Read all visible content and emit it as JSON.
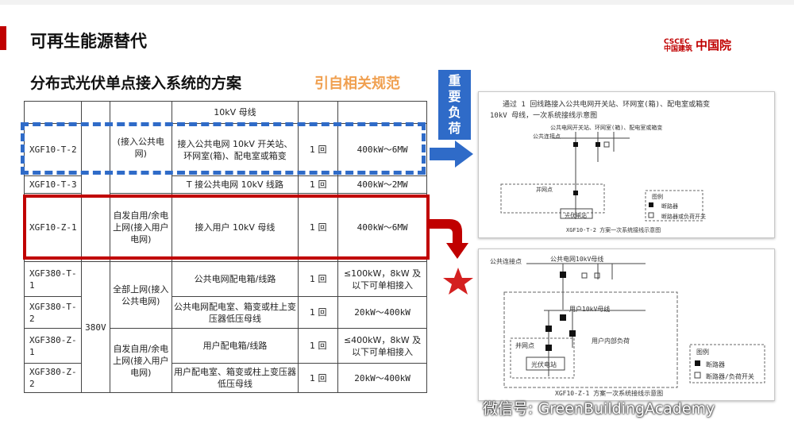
{
  "title": "可再生能源替代",
  "logo": {
    "small": "CSCEC 中国建筑",
    "main": "中国院"
  },
  "subtitle": "分布式光伏单点接入系统的方案",
  "citation": "引自相关规范",
  "load_label": [
    "重",
    "要",
    "负",
    "荷"
  ],
  "table": {
    "rows": [
      {
        "code": "",
        "voltage": "",
        "mode": "(接入公共电网)",
        "point": "10kV 母线",
        "lines": "",
        "capacity": ""
      },
      {
        "code": "XGF10-T-2",
        "voltage": "",
        "mode": "",
        "point": "接入公共电网 10kV 开关站、环网室(箱)、配电室或箱变",
        "lines": "1 回",
        "capacity": "400kW～6MW"
      },
      {
        "code": "XGF10-T-3",
        "voltage": "",
        "mode": "",
        "point": "T 接公共电网 10kV 线路",
        "lines": "1 回",
        "capacity": "400kW～2MW"
      },
      {
        "code": "XGF10-Z-1",
        "voltage": "",
        "mode": "自发自用/余电上网(接入用户电网)",
        "point": "接入用户 10kV 母线",
        "lines": "1 回",
        "capacity": "400kW～6MW"
      },
      {
        "code": "XGF380-T-1",
        "voltage": "380V",
        "mode": "全部上网(接入公共电网)",
        "point": "公共电网配电箱/线路",
        "lines": "1 回",
        "capacity": "≤100kW，8kW 及以下可单相接入"
      },
      {
        "code": "XGF380-T-2",
        "voltage": "",
        "mode": "",
        "point": "公共电网配电室、箱变或柱上变压器低压母线",
        "lines": "1 回",
        "capacity": "20kW～400kW"
      },
      {
        "code": "XGF380-Z-1",
        "voltage": "",
        "mode": "自发自用/余电上网(接入用户电网)",
        "point": "用户配电箱/线路",
        "lines": "1 回",
        "capacity": "≤400kW，8kW 及以下可单相接入"
      },
      {
        "code": "XGF380-Z-2",
        "voltage": "",
        "mode": "",
        "point": "用户配电室、箱变或柱上变压器低压母线",
        "lines": "1 回",
        "capacity": "20kW～400kW"
      }
    ]
  },
  "diagram1": {
    "header1": "通过 1 回线路接入公共电网开关站、环网室(箱)、配电室或箱变",
    "header2": "10kV 母线，一次系统接线示意图",
    "bus_label": "公共电网开关站、环网室(箱)、配电室或箱变",
    "pcc": "公共连接点",
    "grid_point": "并网点",
    "station": "光伏电站",
    "legend_title": "图例",
    "legend_breaker": "断路器",
    "legend_switch": "断路器或负荷开关",
    "caption": "XGF10-T-2 方案一次系统接线示意图"
  },
  "diagram2": {
    "pcc": "公共连接点",
    "bus": "公共电网10kV母线",
    "user_bus": "用户10kV母线",
    "grid_point": "并网点",
    "user_load": "用户内部负荷",
    "station": "光伏电站",
    "legend_title": "图例",
    "legend_breaker": "断路器",
    "legend_switch": "断路器/负荷开关",
    "caption": "XGF10-Z-1 方案一次系统接线示意图"
  },
  "watermark": "微信号: GreenBuildingAcademy",
  "colors": {
    "accent_red": "#c00000",
    "accent_blue": "#2f6bc8",
    "citation_orange": "#f0a050"
  }
}
